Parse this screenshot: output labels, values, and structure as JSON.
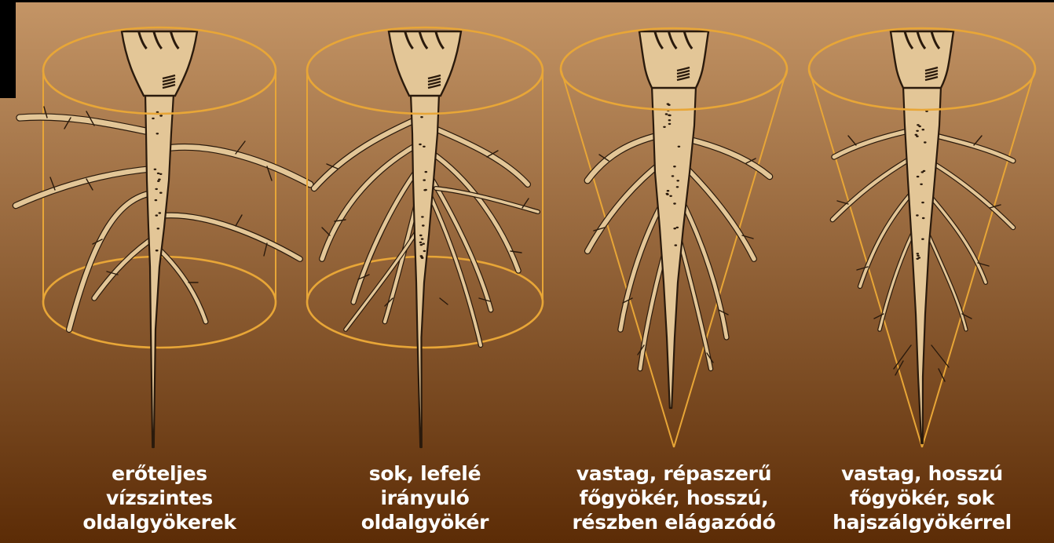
{
  "figure": {
    "colors": {
      "background_top": "#c49566",
      "background_bottom": "#5c2c06",
      "root_fill": "#e3c697",
      "root_outline": "#2a1a0c",
      "guide_gold": "#e8a637",
      "caption_text": "#ffffff"
    },
    "panels": [
      {
        "name": "root-type-1",
        "shape_icon": "cylinder-outline-icon",
        "caption": [
          "erőteljes",
          "vízszintes",
          "oldalgyökerek"
        ]
      },
      {
        "name": "root-type-2",
        "shape_icon": "cylinder-outline-icon",
        "caption": [
          "sok, lefelé",
          "irányuló",
          "oldalgyökér"
        ]
      },
      {
        "name": "root-type-3",
        "shape_icon": "cone-outline-icon",
        "caption": [
          "vastag, répaszerű",
          "főgyökér, hosszú,",
          "részben elágazódó"
        ]
      },
      {
        "name": "root-type-4",
        "shape_icon": "cone-outline-icon",
        "caption": [
          "vastag, hosszú",
          "főgyökér, sok",
          "hajszálgyökérrel"
        ]
      }
    ]
  }
}
